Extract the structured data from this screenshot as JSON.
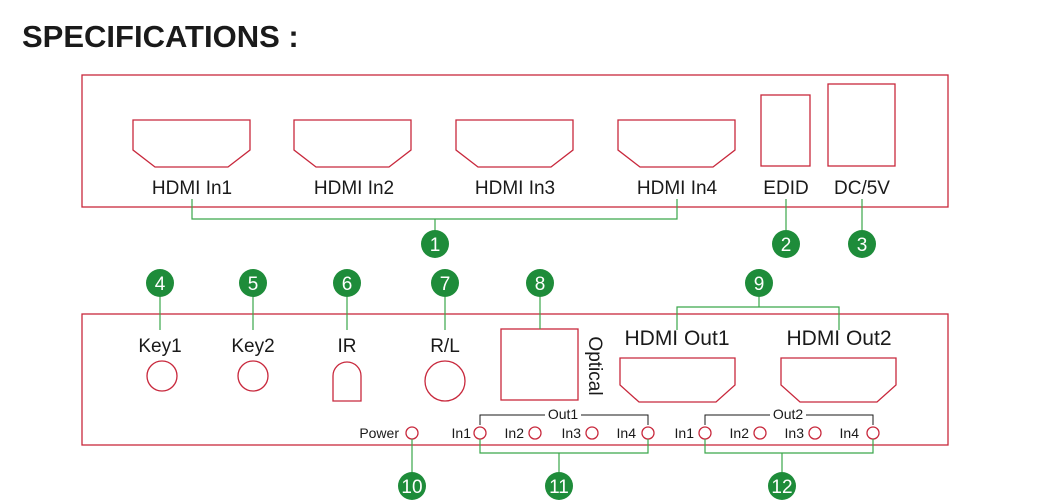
{
  "title": "SPECIFICATIONS :",
  "colors": {
    "panel_outline": "#c8283c",
    "leader_line": "#3aa64a",
    "badge_fill": "#1e8c3a",
    "text": "#1a1a1a"
  },
  "front_panel": {
    "hdmi_inputs": [
      "HDMI In1",
      "HDMI In2",
      "HDMI In3",
      "HDMI In4"
    ],
    "edid": "EDID",
    "power_in": "DC/5V"
  },
  "rear_panel": {
    "key1": "Key1",
    "key2": "Key2",
    "ir": "IR",
    "rl": "R/L",
    "optical": "Optical",
    "hdmi_out1": "HDMI Out1",
    "hdmi_out2": "HDMI Out2",
    "power_led": "Power",
    "out1_group": "Out1",
    "out2_group": "Out2",
    "out1_leds": [
      "In1",
      "In2",
      "In3",
      "In4"
    ],
    "out2_leds": [
      "In1",
      "In2",
      "In3",
      "In4"
    ]
  },
  "badges": [
    "1",
    "2",
    "3",
    "4",
    "5",
    "6",
    "7",
    "8",
    "9",
    "10",
    "11",
    "12"
  ]
}
